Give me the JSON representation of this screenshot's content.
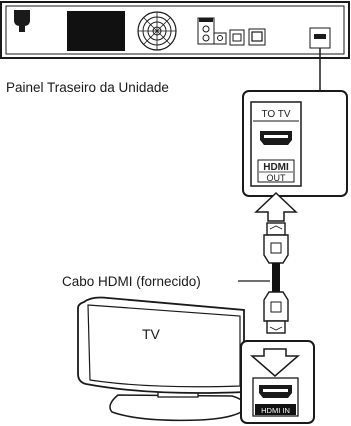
{
  "labels": {
    "rear_panel": "Painel Traseiro da Unidade",
    "cable": "Cabo HDMI (fornecido)",
    "tv": "TV"
  },
  "port_labels": {
    "to_tv": "TO TV",
    "hdmi": "HDMI",
    "out": "OUT",
    "hdmi_in": "HDMI IN"
  }
}
